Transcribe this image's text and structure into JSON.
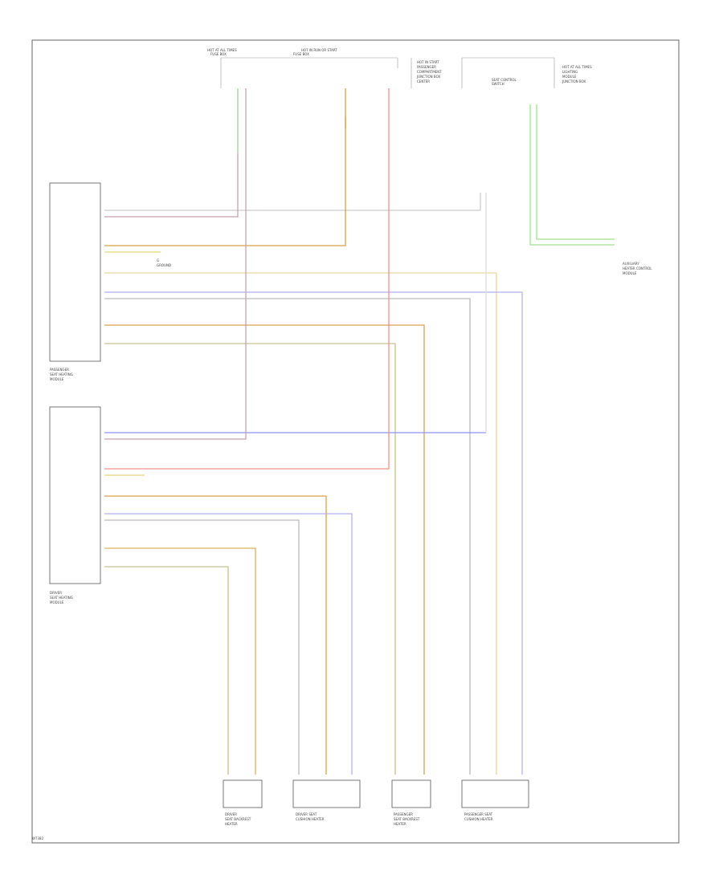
{
  "diagram": {
    "modules": {
      "passenger": [
        "PASSENGER",
        "SEAT HEATING",
        "MODULE"
      ],
      "driver": [
        "DRIVER",
        "SEAT HEATING",
        "MODULE"
      ]
    },
    "top": {
      "fuse_left": [
        "HOT AT ALL TIMES",
        "FUSE BOX"
      ],
      "fuse_right": [
        "HOT IN RUN OR START",
        "FUSE BOX"
      ],
      "col_labels": [
        "HOT IN START",
        "PASSENGER",
        "COMPARTMENT",
        "JUNCTION BOX",
        "CENTER"
      ],
      "right_labels": [
        "HOT AT ALL TIMES",
        "LIGHTING",
        "MODULE",
        "JUNCTION BOX"
      ],
      "connector_label": [
        "SEAT CONTROL",
        "SWITCH"
      ]
    },
    "right_module": [
      "AUXILIARY",
      "HEATER CONTROL",
      "MODULE"
    ],
    "ground": [
      "G",
      "GROUND"
    ],
    "switches": [
      {
        "labels": [
          "DRIVER",
          "SEAT BACKREST",
          "HEATER"
        ]
      },
      {
        "labels": [
          "DRIVER SEAT",
          "CUSHION HEATER"
        ]
      },
      {
        "labels": [
          "PASSENGER",
          "SEAT BACKREST",
          "HEATER"
        ]
      },
      {
        "labels": [
          "PASSENGER SEAT",
          "CUSHION HEATER"
        ]
      }
    ],
    "footer": "W7382"
  }
}
